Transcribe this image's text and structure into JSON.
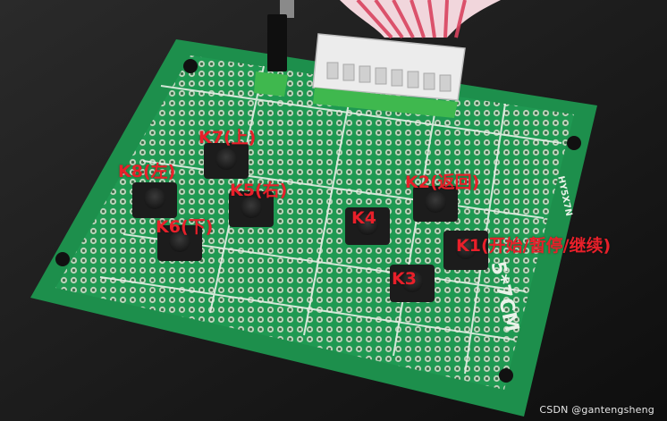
{
  "colors": {
    "pcb_green": "#1f9a52",
    "silkscreen": "#e6f0e6",
    "label_red": "#e8202a",
    "button_black": "#1c1c1c"
  },
  "board": {
    "marking_size": "5*7CM",
    "marking_model": "HY5X7N"
  },
  "labels": {
    "k7": "K7(上)",
    "k8": "K8(左)",
    "k5": "K5(右)",
    "k6": "K6(下)",
    "k4": "K4",
    "k2": "K2(返回)",
    "k1": "K1(开始/暂停/继续)",
    "k3": "K3"
  },
  "watermark": "CSDN @gantengsheng"
}
